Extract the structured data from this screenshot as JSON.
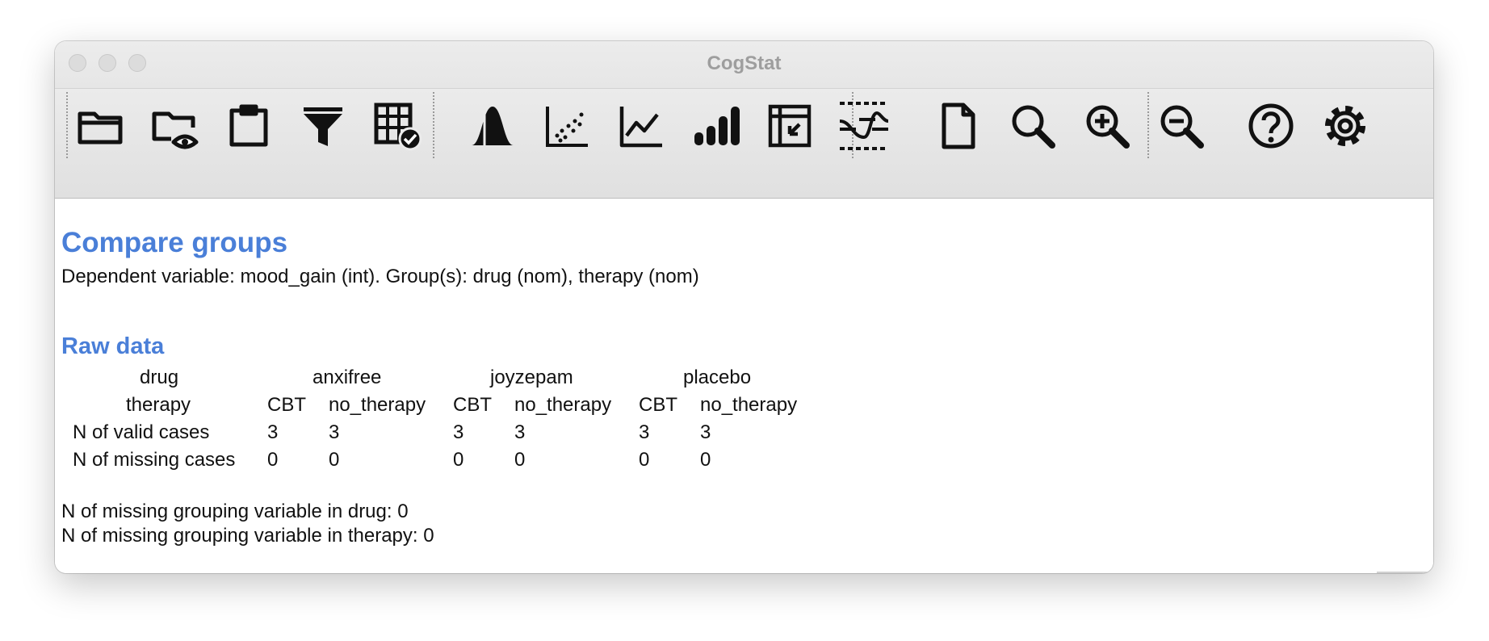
{
  "window": {
    "title": "CogStat"
  },
  "toolbar": {
    "buttons": [
      {
        "name": "open-folder-icon",
        "label": "Open data file"
      },
      {
        "name": "view-data-icon",
        "label": "View data"
      },
      {
        "name": "clipboard-icon",
        "label": "Paste data"
      },
      {
        "name": "filter-icon",
        "label": "Filter outliers"
      },
      {
        "name": "data-grid-check-icon",
        "label": "Reload data"
      },
      {
        "name": "distribution-icon",
        "label": "Explore variable"
      },
      {
        "name": "scatter-plot-icon",
        "label": "Explore relation of variable pair"
      },
      {
        "name": "line-chart-icon",
        "label": "Compare repeated measures variables"
      },
      {
        "name": "bar-chart-icon",
        "label": "Compare groups"
      },
      {
        "name": "reliability-table-icon",
        "label": "Reliability analysis"
      },
      {
        "name": "behavioral-data-icon",
        "label": "Behavioral data diffusion analysis"
      },
      {
        "name": "new-file-icon",
        "label": "Clear results"
      },
      {
        "name": "find-icon",
        "label": "Find text"
      },
      {
        "name": "zoom-in-icon",
        "label": "Increase text size"
      },
      {
        "name": "zoom-out-icon",
        "label": "Decrease text size"
      },
      {
        "name": "help-icon",
        "label": "Help"
      },
      {
        "name": "settings-icon",
        "label": "Preferences"
      }
    ]
  },
  "output": {
    "heading": "Compare groups",
    "subtitle": "Dependent variable: mood_gain (int). Group(s): drug (nom), therapy (nom)",
    "raw_heading": "Raw data",
    "table": {
      "drug_label": "drug",
      "therapy_label": "therapy",
      "drugs": [
        "anxifree",
        "joyzepam",
        "placebo"
      ],
      "therapies": [
        "CBT",
        "no_therapy",
        "CBT",
        "no_therapy",
        "CBT",
        "no_therapy"
      ],
      "valid_label": "N of valid cases",
      "valid": [
        "3",
        "3",
        "3",
        "3",
        "3",
        "3"
      ],
      "missing_label": "N of missing cases",
      "missing": [
        "0",
        "0",
        "0",
        "0",
        "0",
        "0"
      ]
    },
    "missing_drug": "N of missing grouping variable in drug: 0",
    "missing_therapy": "N of missing grouping variable in therapy: 0"
  }
}
